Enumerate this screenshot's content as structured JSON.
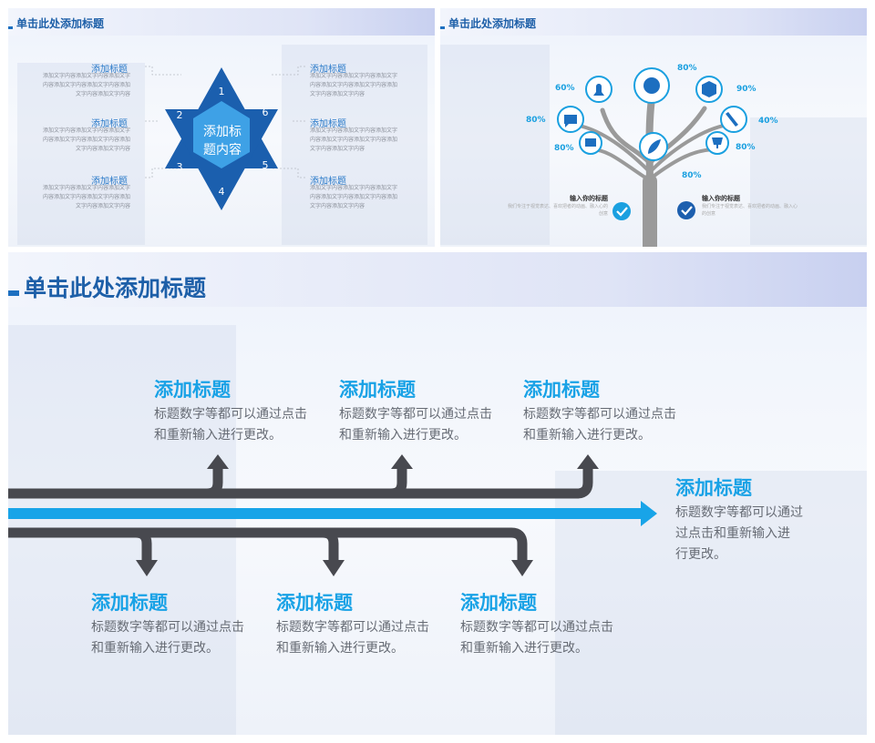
{
  "slide1": {
    "title": "单击此处添加标题",
    "center_text_line1": "添加标",
    "center_text_line2": "题内容",
    "numbers": [
      "1",
      "2",
      "3",
      "4",
      "5",
      "6"
    ],
    "items": [
      {
        "heading": "添加标题",
        "lines": [
          "添加文字内容添加文字内容添加文字",
          "内容添加文字内容添加文字内容添加",
          "文字内容添加文字内容"
        ]
      },
      {
        "heading": "添加标题",
        "lines": [
          "添加文字内容添加文字内容添加文字",
          "内容添加文字内容添加文字内容添加",
          "文字内容添加文字内容"
        ]
      },
      {
        "heading": "添加标题",
        "lines": [
          "添加文字内容添加文字内容添加文字",
          "内容添加文字内容添加文字内容添加",
          "文字内容添加文字内容"
        ]
      },
      {
        "heading": "添加标题",
        "lines": [
          "添加文字内容添加文字内容添加文字",
          "内容添加文字内容添加文字内容添加",
          "文字内容添加文字内容"
        ]
      },
      {
        "heading": "添加标题",
        "lines": [
          "添加文字内容添加文字内容添加文字",
          "内容添加文字内容添加文字内容添加",
          "文字内容添加文字内容"
        ]
      },
      {
        "heading": "添加标题",
        "lines": [
          "添加文字内容添加文字内容添加文字",
          "内容添加文字内容添加文字内容添加",
          "文字内容添加文字内容"
        ]
      }
    ]
  },
  "slide2": {
    "title": "单击此处添加标题",
    "percents": {
      "top": "80%",
      "upper_left": "60%",
      "upper_right": "90%",
      "mid_left": "80%",
      "mid_right": "40%",
      "low_left": "80%",
      "low_right": "80%",
      "trunk": "80%"
    },
    "left_heading": "输入你的标题",
    "left_body": [
      "我们专注于视觉表达、喜欢把者的动画、融入心的",
      "创意"
    ],
    "right_heading": "输入你的标题",
    "right_body": [
      "我们专注于视觉表达、喜欢把者的动画、融入心",
      "的创意"
    ]
  },
  "slide3": {
    "title": "单击此处添加标题",
    "top_items": [
      {
        "heading": "添加标题",
        "line1": "标题数字等都可以通过点击",
        "line2": "和重新输入进行更改。"
      },
      {
        "heading": "添加标题",
        "line1": "标题数字等都可以通过点击",
        "line2": "和重新输入进行更改。"
      },
      {
        "heading": "添加标题",
        "line1": "标题数字等都可以通过点击",
        "line2": "和重新输入进行更改。"
      }
    ],
    "bottom_items": [
      {
        "heading": "添加标题",
        "line1": "标题数字等都可以通过点击",
        "line2": "和重新输入进行更改。"
      },
      {
        "heading": "添加标题",
        "line1": "标题数字等都可以通过点击",
        "line2": "和重新输入进行更改。"
      },
      {
        "heading": "添加标题",
        "line1": "标题数字等都可以通过点击",
        "line2": "和重新输入进行更改。"
      }
    ],
    "right_item": {
      "heading": "添加标题",
      "line1": "标题数字等都可以通过",
      "line2": "过点击和重新输入进",
      "line3": "行更改。"
    }
  },
  "colors": {
    "accent_blue": "#1d6fc0",
    "light_blue": "#19a2e6",
    "arrow_gray": "#4a4c52",
    "tree_gray": "#9a9a9a"
  }
}
